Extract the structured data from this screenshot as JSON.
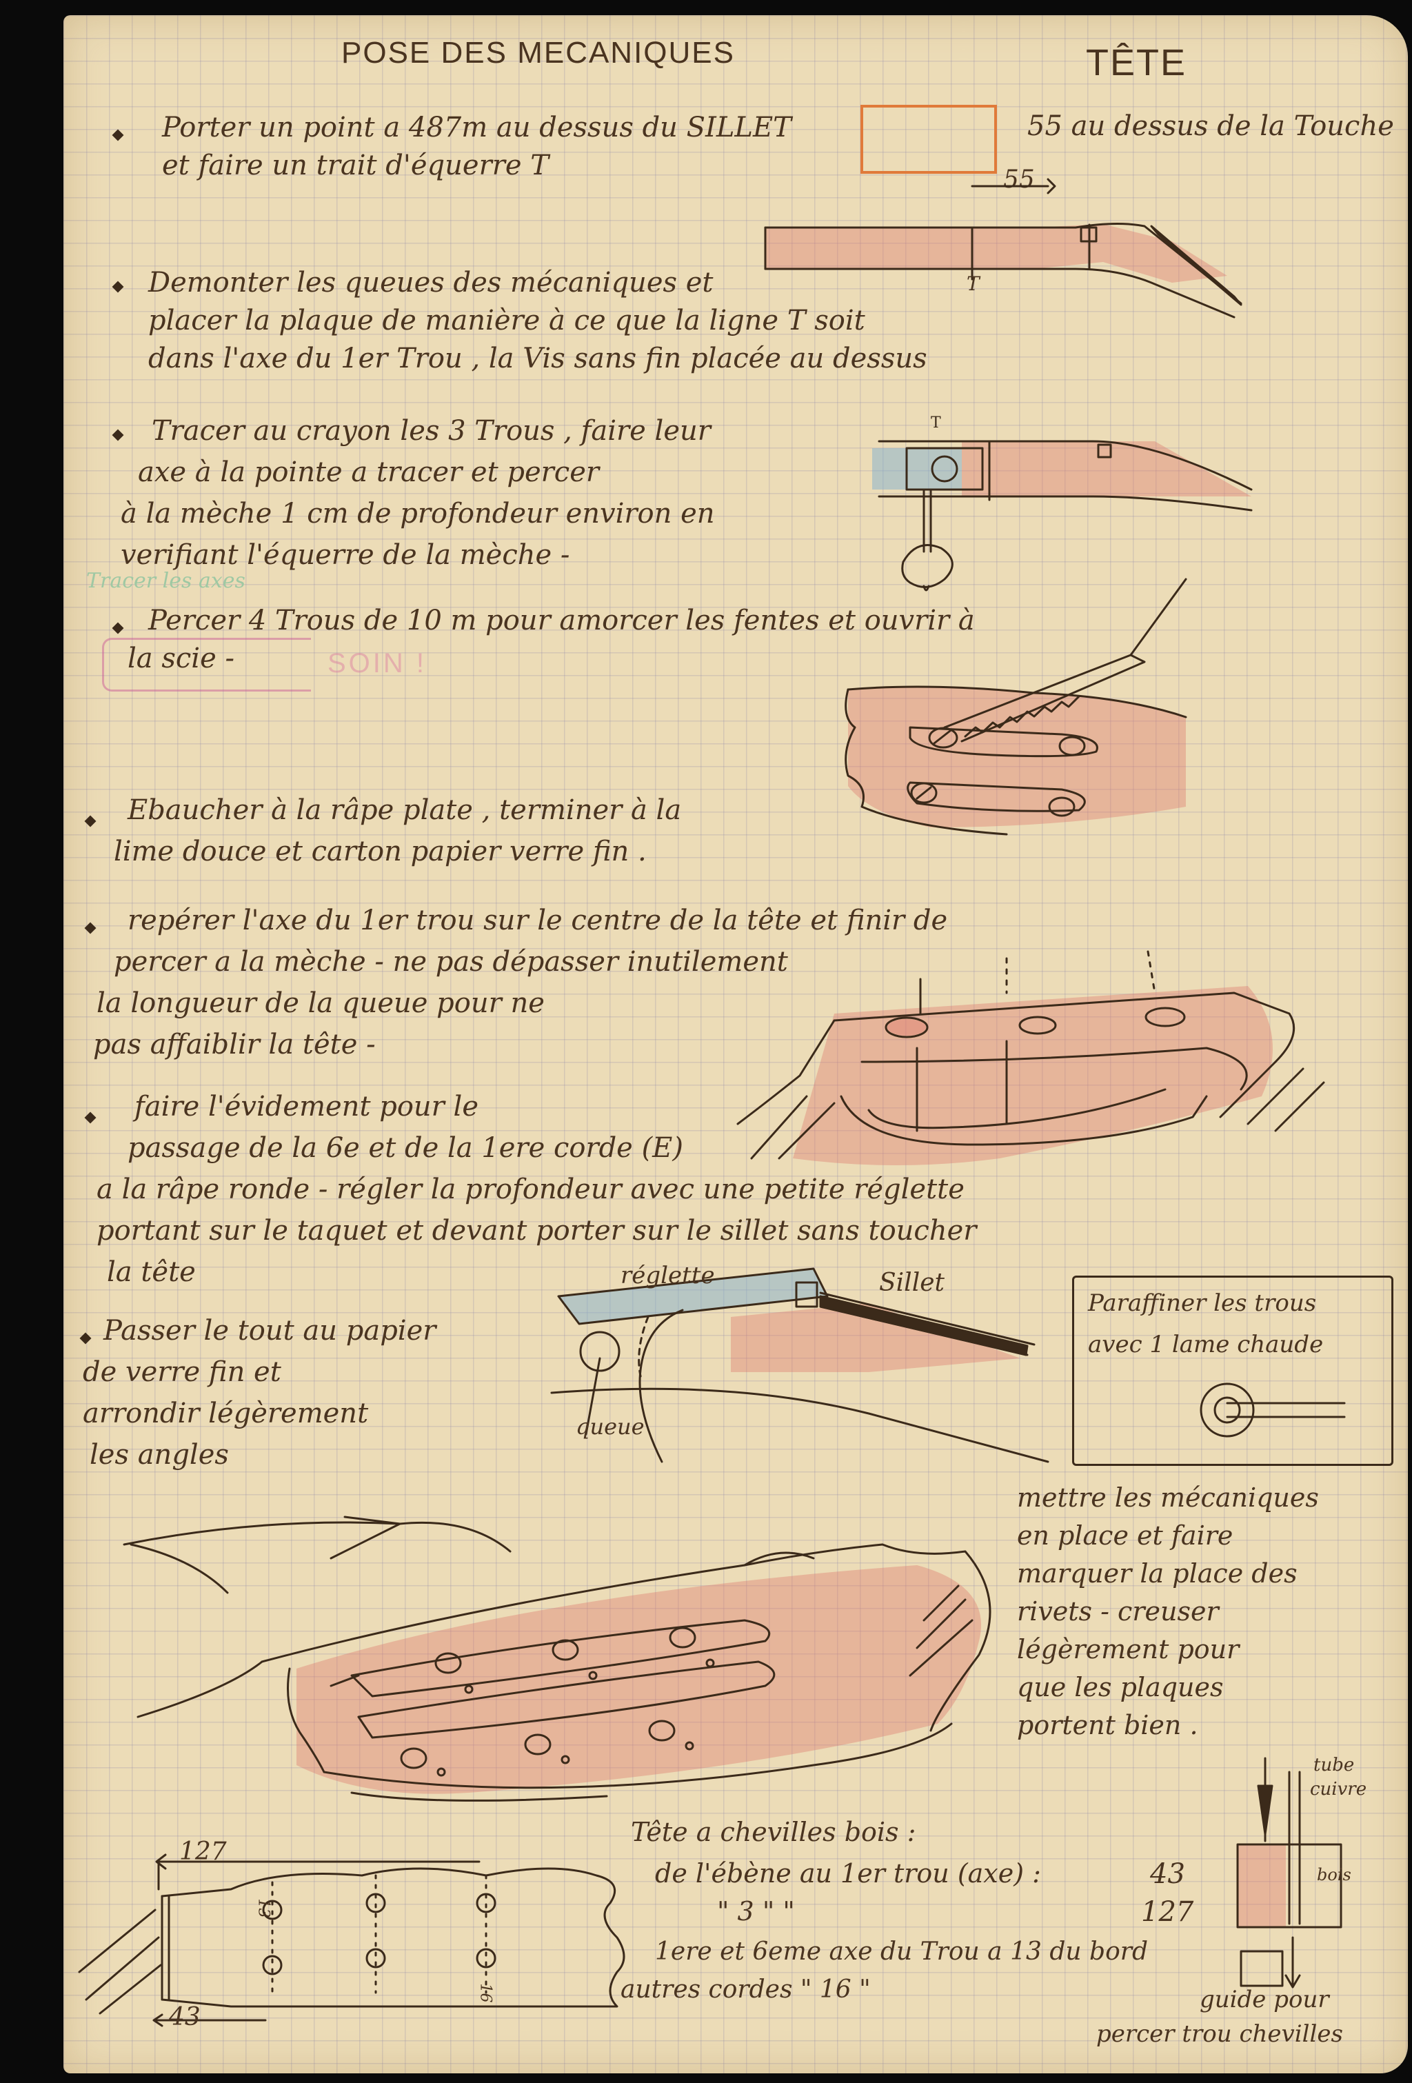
{
  "header": {
    "title": "POSE DES MECANIQUES",
    "section": "TÊTE"
  },
  "steps": [
    {
      "lines": [
        "Porter un point a 487m au dessus du SILLET",
        "et faire un trait d'équerre T"
      ],
      "note": "55 au dessus de la Touche",
      "highlighted_word": "SILLET"
    },
    {
      "lines": [
        "Demonter les queues des mécaniques et",
        "placer la plaque de manière à ce que la ligne T soit",
        "dans l'axe du 1er Trou , la Vis sans fin placée au dessus"
      ]
    },
    {
      "lines": [
        "Tracer au crayon les 3 Trous , faire leur",
        "axe à la pointe a tracer et percer",
        "à la mèche 1 cm de profondeur environ en",
        "verifiant l'équerre de la mèche -"
      ],
      "faint_note": "Tracer les axes"
    },
    {
      "lines": [
        "Percer 4 Trous de 10 m pour amorcer les fentes et ouvrir à",
        "la scie -"
      ],
      "boxed_note": "SOIN !"
    },
    {
      "lines": [
        "Ebaucher à la râpe plate , terminer à la",
        "lime douce et carton papier verre fin ."
      ]
    },
    {
      "lines": [
        "repérer l'axe du 1er trou sur le centre de la tête et finir de",
        "percer a la mèche - ne pas dépasser inutilement",
        "la longueur de la queue pour ne",
        "pas affaiblir la tête -"
      ]
    },
    {
      "lines": [
        "faire l'évidement pour le",
        "passage de la 6e et de la 1ere corde (E)",
        "a la râpe ronde - régler la profondeur avec une petite réglette",
        "portant sur le taquet et devant porter sur le sillet sans toucher",
        "la tête"
      ]
    },
    {
      "lines": [
        "Passer le tout au papier",
        "de verre fin et",
        "arrondir légèrement",
        "les angles"
      ]
    }
  ],
  "labels": {
    "dim_55": "55",
    "t_mark": "T",
    "reglette": "réglette",
    "sillet": "Sillet",
    "queue": "queue",
    "paraffin_box": [
      "Paraffiner les trous",
      "avec 1 lame chaude"
    ],
    "right_note": [
      "mettre les mécaniques",
      "en place et faire",
      "marquer la place des",
      "rivets - creuser",
      "légèrement pour",
      "que les plaques",
      "portent bien ."
    ],
    "tube": [
      "tube",
      "cuivre"
    ],
    "bois": "bois",
    "guide": [
      "guide pour",
      "percer trou chevilles"
    ],
    "dim_127": "127",
    "dim_43": "43",
    "dim_13": "13",
    "dim_16": "16"
  },
  "table": {
    "title": "Tête a chevilles bois :",
    "rows": [
      {
        "label": "de l'ébène au 1er trou (axe) :",
        "value": "43"
      },
      {
        "label": "\"  3  \"  \"",
        "value": "127"
      },
      {
        "label": "1ere et 6eme axe du Trou a 13 du bord",
        "value": ""
      },
      {
        "label": "autres cordes  \"  16  \"",
        "value": ""
      }
    ]
  }
}
